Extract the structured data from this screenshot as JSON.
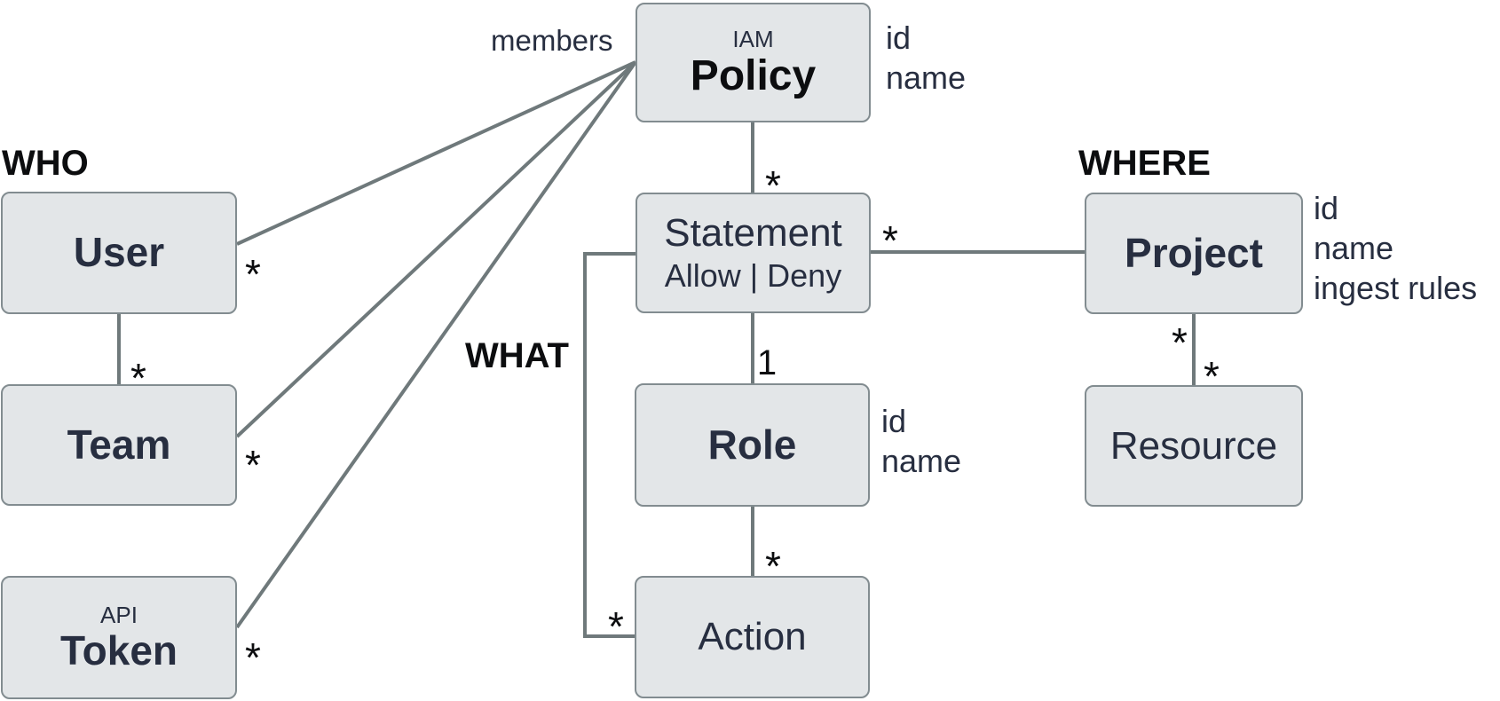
{
  "colors": {
    "background": "#ffffff",
    "box_fill": "#e3e6e8",
    "box_border": "#828c90",
    "connector_line": "#6f797b",
    "text_dark_navy": "#272e40",
    "text_black": "#0c0d0f"
  },
  "groups": {
    "who": "WHO",
    "what": "WHAT",
    "where": "WHERE"
  },
  "edge_labels": {
    "members": "members"
  },
  "entities": {
    "policy": {
      "kicker": "IAM",
      "name": "Policy",
      "attributes": [
        "id",
        "name"
      ]
    },
    "user": {
      "name": "User"
    },
    "team": {
      "name": "Team"
    },
    "token": {
      "kicker": "API",
      "name": "Token"
    },
    "statement": {
      "name": "Statement",
      "subtitle": "Allow | Deny"
    },
    "role": {
      "name": "Role",
      "attributes": [
        "id",
        "name"
      ]
    },
    "action": {
      "name": "Action"
    },
    "project": {
      "name": "Project",
      "attributes": [
        "id",
        "name",
        "ingest rules"
      ]
    },
    "resource": {
      "name": "Resource"
    }
  },
  "cardinalities": [
    {
      "relation": "policy-user",
      "label": "*"
    },
    {
      "relation": "policy-team",
      "label": "*"
    },
    {
      "relation": "policy-token",
      "label": "*"
    },
    {
      "relation": "user-team",
      "label": "*"
    },
    {
      "relation": "policy-statement",
      "label": "*"
    },
    {
      "relation": "statement-role",
      "label": "1"
    },
    {
      "relation": "role-action",
      "label": "*"
    },
    {
      "relation": "statement-action",
      "label": "*"
    },
    {
      "relation": "statement-project",
      "label": "*"
    },
    {
      "relation": "project-resource-upper",
      "label": "*"
    },
    {
      "relation": "project-resource-lower",
      "label": "*"
    }
  ]
}
